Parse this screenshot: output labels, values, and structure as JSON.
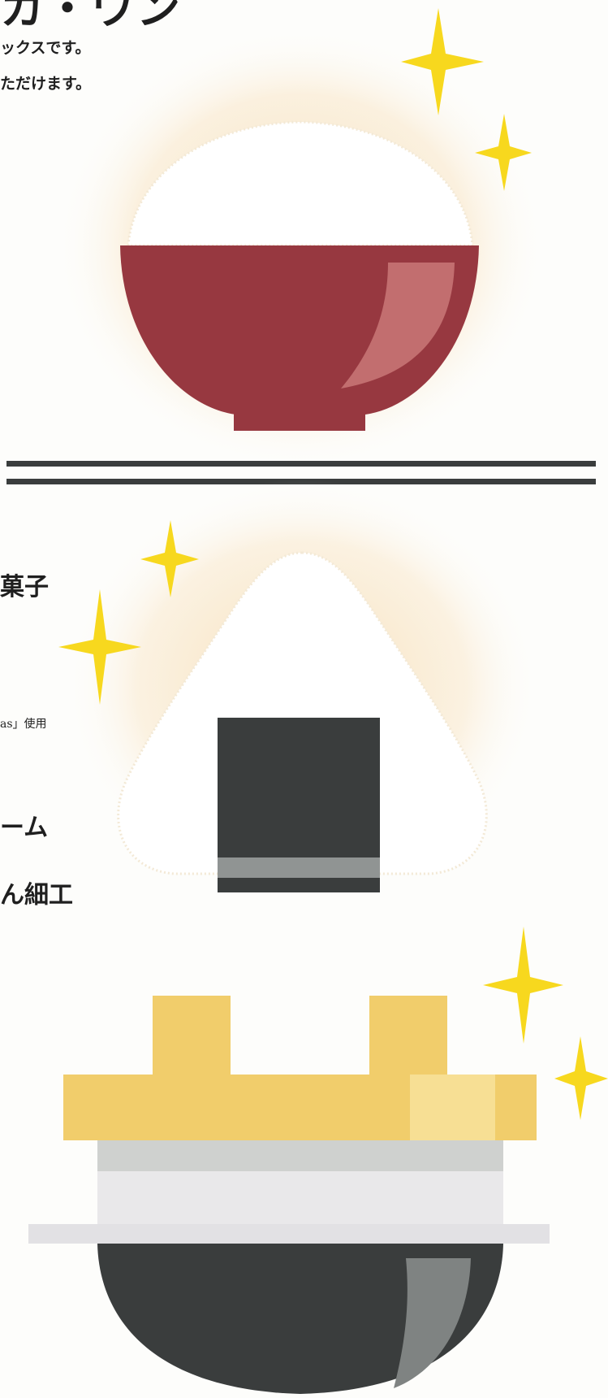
{
  "header": {
    "heading_fragment": "カ・ワン",
    "intro_line_1": "ックスです。",
    "intro_line_2": "ただけます。"
  },
  "labels": {
    "okashi": "菓子",
    "small_note": "as」使用",
    "mu": "ーム",
    "saiku": "ん細工"
  },
  "colors": {
    "bowl_red": "#973840",
    "nori_dark": "#3a3d3d",
    "sparkle_yellow": "#f7d81e",
    "tamago_yellow": "#f1cd6b",
    "glow": "#f6dcb0"
  },
  "illustrations": {
    "rice_bowl": "rice-bowl-illustration",
    "onigiri": "onigiri-illustration",
    "tamago_sushi": "tamago-rice-bowl-illustration"
  }
}
